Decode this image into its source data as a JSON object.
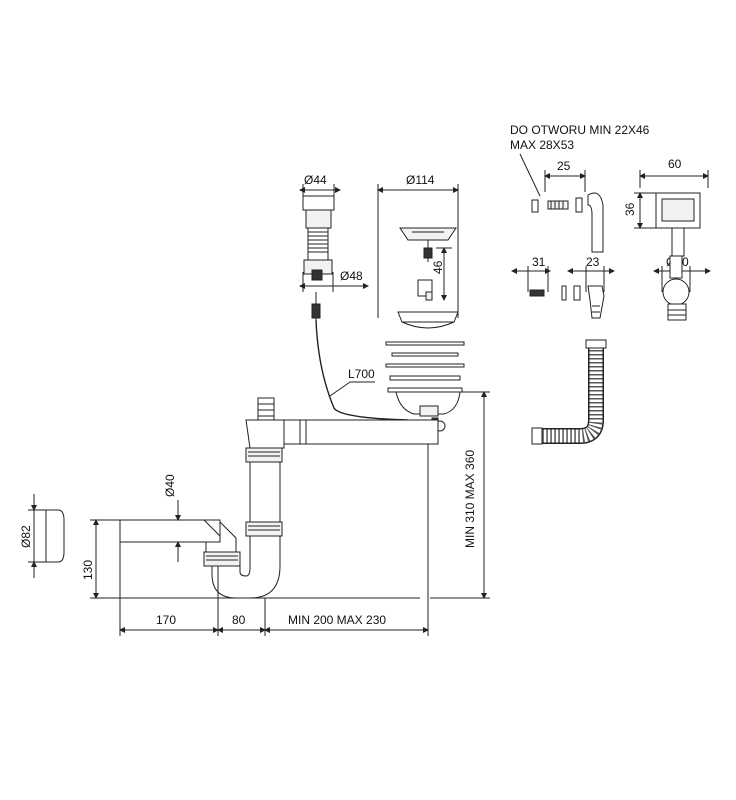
{
  "labels": {
    "hole_note_line1": "DO OTWORU MIN 22X46",
    "hole_note_line2": "MAX 28X53",
    "w25": "25",
    "w60": "60",
    "h36": "36",
    "d44": "Ø44",
    "d114": "Ø114",
    "d48": "Ø48",
    "h46": "46",
    "w31": "31",
    "w23": "23",
    "d40_top": "Ø40",
    "l700": "L700",
    "d40_side": "Ø40",
    "d82": "Ø82",
    "h130": "130",
    "height_range": "MIN 310 MAX 360",
    "w170": "170",
    "w80": "80",
    "width_range": "MIN 200 MAX 230"
  }
}
